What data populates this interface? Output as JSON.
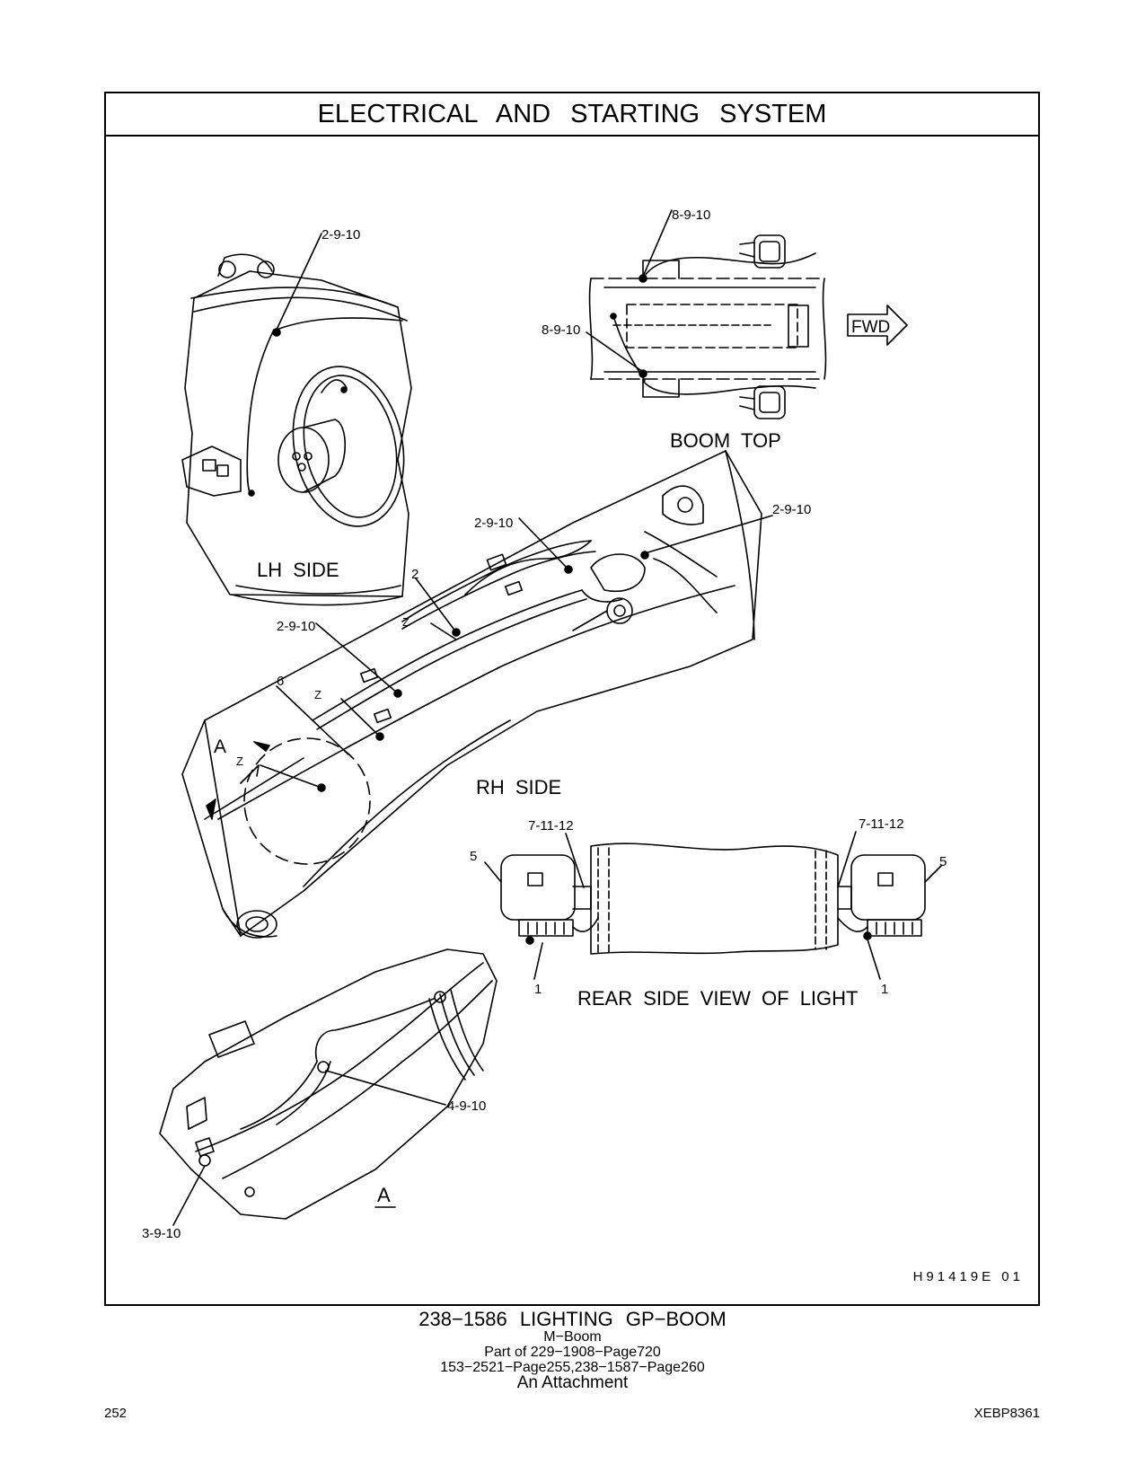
{
  "page": {
    "title": "ELECTRICAL AND STARTING SYSTEM",
    "drawing_code": "H91419E   01",
    "caption": {
      "main": "238−1586  LIGHTING  GP−BOOM",
      "line1": "M−Boom",
      "line2": "Part of 229−1908−Page720",
      "line3": "153−2521−Page255,238−1587−Page260",
      "line4": "An Attachment"
    },
    "page_number": "252",
    "doc_number": "XEBP8361"
  },
  "views": {
    "lh_side": "LH  SIDE",
    "boom_top": "BOOM  TOP",
    "rh_side": "RH  SIDE",
    "rear_side": "REAR  SIDE  VIEW  OF  LIGHT",
    "detail_a": "A",
    "detail_a_marker": "A",
    "fwd": "FWD"
  },
  "callouts": {
    "lh_2910": "2-9-10",
    "top_8910_a": "8-9-10",
    "top_8910_b": "8-9-10",
    "rh_2910_a": "2-9-10",
    "rh_2910_b": "2-9-10",
    "rh_2910_c": "2-9-10",
    "rh_2": "2",
    "rh_6": "6",
    "rh_z1": "Z",
    "rh_z2": "Z",
    "rh_z3": "Z",
    "rear_71112_l": "7-11-12",
    "rear_71112_r": "7-11-12",
    "rear_5_l": "5",
    "rear_5_r": "5",
    "rear_1_l": "1",
    "rear_1_r": "1",
    "a_4910": "4-9-10",
    "a_3910": "3-9-10"
  }
}
